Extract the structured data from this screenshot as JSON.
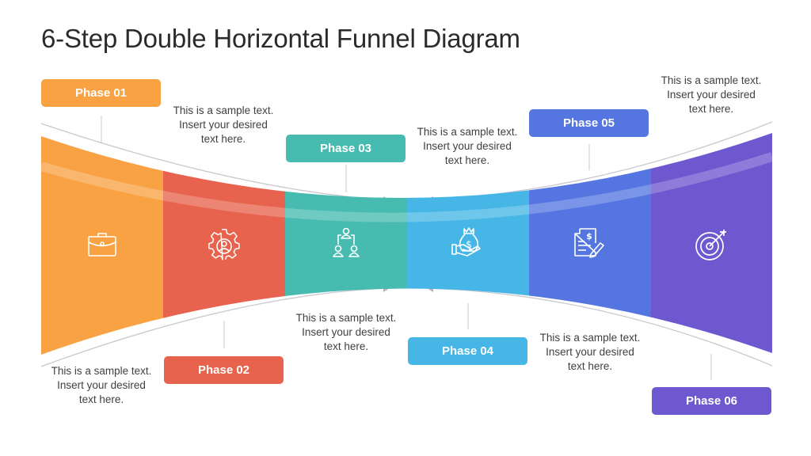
{
  "slide": {
    "title": "6-Step Double Horizontal Funnel Diagram"
  },
  "phases": [
    {
      "label": "Phase 01",
      "color": "#F8A243",
      "icon": "briefcase-icon",
      "description": "This is a sample text. Insert your desired text here."
    },
    {
      "label": "Phase 02",
      "color": "#E8634D",
      "icon": "gear-user-icon",
      "description": "This is a sample text. Insert your desired text here."
    },
    {
      "label": "Phase 03",
      "color": "#47BBB0",
      "icon": "org-chart-icon",
      "description": "This is a sample text. Insert your desired text here."
    },
    {
      "label": "Phase 04",
      "color": "#46B6E6",
      "icon": "money-bag-hand-icon",
      "description": "This is a sample text. Insert your desired text here."
    },
    {
      "label": "Phase 05",
      "color": "#5576E0",
      "icon": "invoice-pen-icon",
      "description": "This is a sample text. Insert your desired text here."
    },
    {
      "label": "Phase 06",
      "color": "#6E58D0",
      "icon": "target-arrow-icon",
      "description": "This is a sample text. Insert your desired text here."
    }
  ],
  "colors": {
    "text": "#404040",
    "title": "#2b2b2b",
    "guide_line": "#c8c8d2",
    "arrow": "#b4b4b4"
  }
}
